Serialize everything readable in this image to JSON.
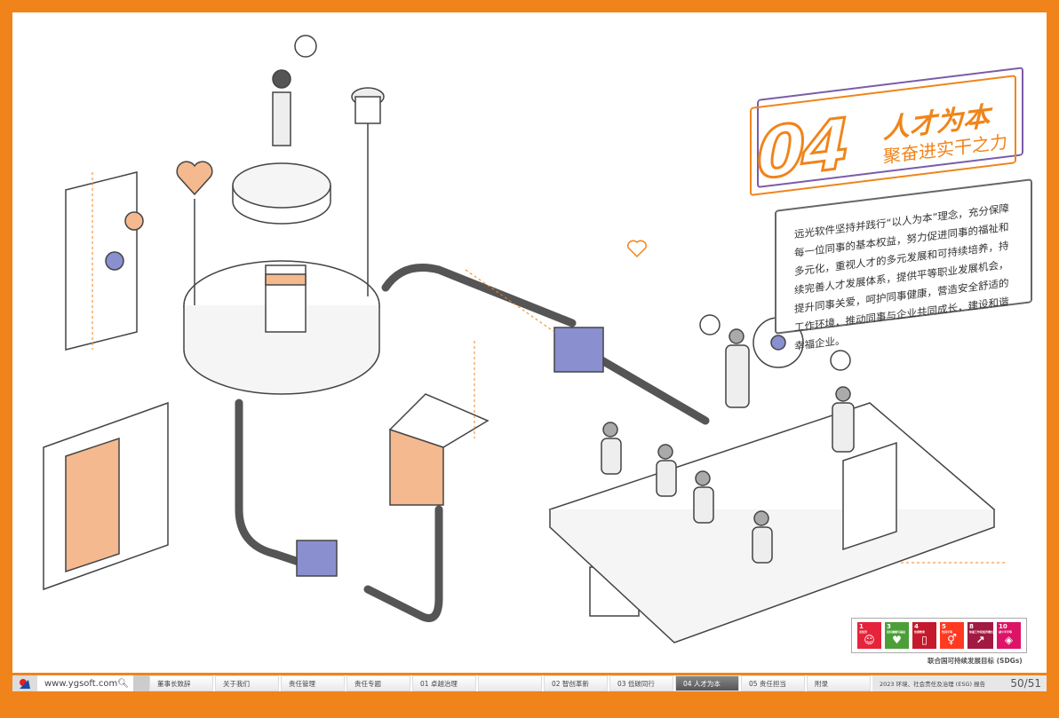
{
  "title": {
    "number": "04",
    "main": "人才为本",
    "sub": "聚奋进实干之力"
  },
  "intro": "远光软件坚持并践行“以人为本”理念，充分保障每一位同事的基本权益，努力促进同事的福祉和多元化，重视人才的多元发展和可持续培养，持续完善人才发展体系，提供平等职业发展机会，提升同事关爱，呵护同事健康，营造安全舒适的工作环境，推动同事与企业共同成长，建设和谐幸福企业。",
  "sdgs": [
    {
      "num": "1",
      "label": "无贫穷",
      "color": "#e5243b",
      "icon": "family-icon"
    },
    {
      "num": "3",
      "label": "良好健康与福祉",
      "color": "#4c9f38",
      "icon": "heartbeat-icon"
    },
    {
      "num": "4",
      "label": "优质教育",
      "color": "#c5192d",
      "icon": "book-icon"
    },
    {
      "num": "5",
      "label": "性别平等",
      "color": "#ff3a21",
      "icon": "gender-icon"
    },
    {
      "num": "8",
      "label": "体面工作和经济增长",
      "color": "#a21942",
      "icon": "growth-chart-icon"
    },
    {
      "num": "10",
      "label": "减少不平等",
      "color": "#dd1367",
      "icon": "equality-icon"
    }
  ],
  "sdg_caption": "联合国可持续发展目标 (SDGs)",
  "nav": {
    "site": "www.ygsoft.com",
    "items": [
      "董事长致辞",
      "关于我们",
      "责任管理",
      "责任专题",
      "01 卓越治理",
      "",
      "02 智创革新",
      "03 低碳同行",
      "04 人才为本",
      "05 责任担当",
      "附录"
    ],
    "active": "04 人才为本",
    "report": "2023 环境、社会责任及治理 (ESG) 报告",
    "page": "50/51"
  },
  "colors": {
    "accent": "#f0841a",
    "purple": "#7a5ca8",
    "blue": "#8a8fd0",
    "peach": "#f4b98e"
  }
}
